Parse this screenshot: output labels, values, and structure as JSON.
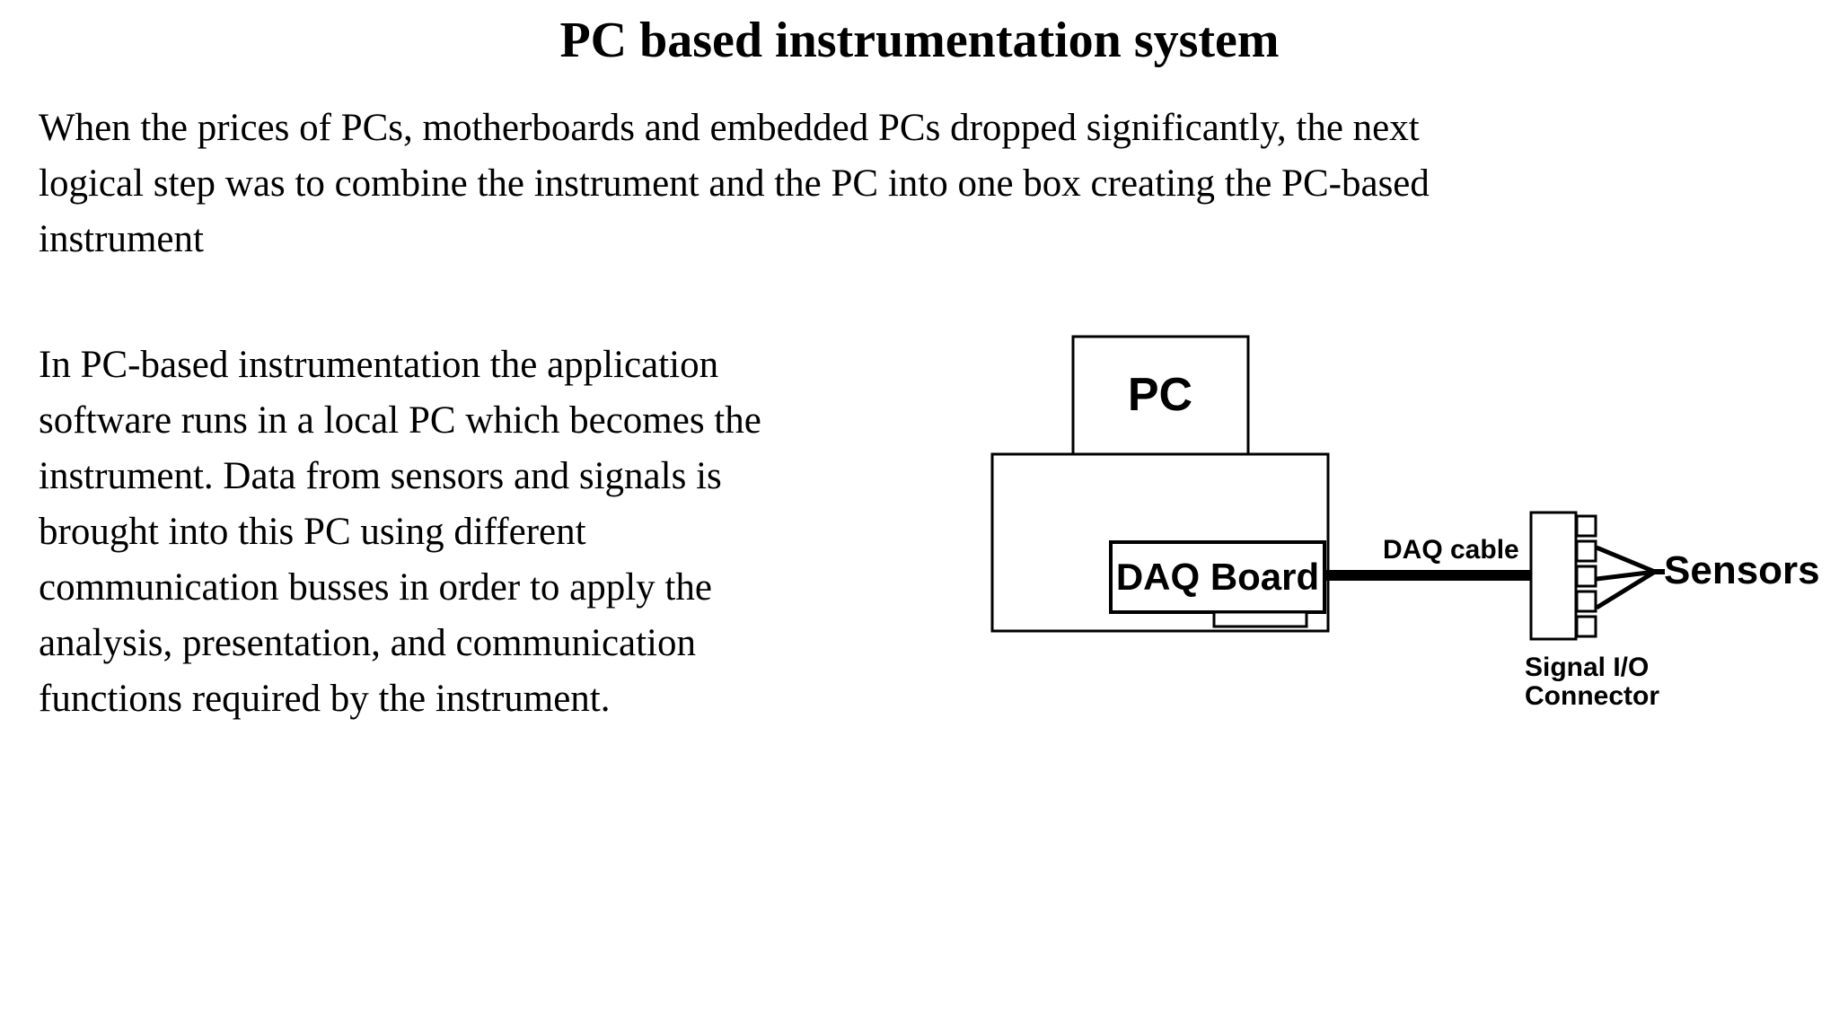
{
  "page": {
    "title": "PC based instrumentation system",
    "paragraph1_lines": [
      "When the prices of PCs, motherboards and embedded PCs dropped significantly, the next",
      "logical step was to combine the instrument and the PC into one box creating the PC-based",
      "instrument"
    ],
    "paragraph2_lines": [
      "In PC-based instrumentation the application",
      "software runs in a local PC which becomes the",
      "instrument. Data from sensors and signals is",
      "brought into this PC using different",
      "communication busses in order to apply the",
      "analysis, presentation, and communication",
      "functions required by the instrument."
    ]
  },
  "diagram": {
    "labels": {
      "pc": "PC",
      "daq_board": "DAQ Board",
      "daq_cable": "DAQ cable",
      "sensors": "Sensors",
      "signal_io_line1": "Signal I/O",
      "signal_io_line2": "Connector"
    },
    "colors": {
      "line": "#000000",
      "background": "#ffffff",
      "text": "#000000"
    }
  }
}
